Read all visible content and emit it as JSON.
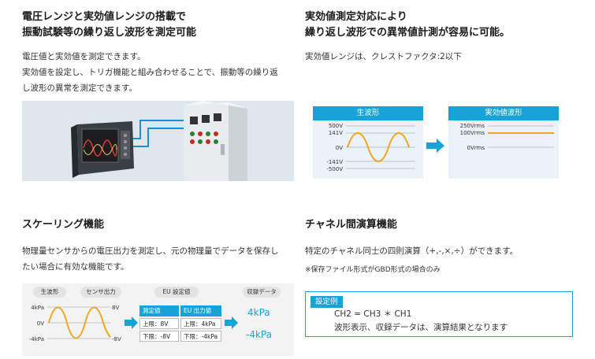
{
  "section1": {
    "title_line1": "電圧レンジと実効値レンジの搭載で",
    "title_line2": "振動試験等の繰り返し波形を測定可能",
    "body_line1": "電圧値と実効値を測定できます。",
    "body_line2": "実効値を設定し、トリガ機能と組み合わせることで、振動等の繰り返",
    "body_line3": "し波形の異常を測定できます。"
  },
  "section2": {
    "title_line1": "実効値測定対応により",
    "title_line2": "繰り返し波形での異常値計測が容易に可能。",
    "body": "実効値レンジは、クレストファクタ:2以下",
    "left_panel_title": "生波形",
    "right_panel_title": "実効値波形",
    "left_labels": [
      "500V",
      "141V",
      "0V",
      "-141V",
      "-500V"
    ],
    "right_labels": [
      "250Vrms",
      "100Vrms",
      "0Vrms"
    ]
  },
  "section3": {
    "title": "スケーリング機能",
    "body_line1": "物理量センサからの電圧出力を測定し、元の物理量でデータを保存し",
    "body_line2": "たい場合に有効な機能です。",
    "chip_raw": "生波形",
    "chip_sensor": "センサ出力",
    "chip_eu": "EU 設定値",
    "chip_record": "収録データ",
    "raw_labels": [
      "4kPa",
      "0V",
      "-4kPa"
    ],
    "sensor_labels": [
      "8V",
      "-8V"
    ],
    "table_headers": [
      "測定値",
      "EU 出力値"
    ],
    "table_rows": [
      [
        "上限：8V",
        "上限：4kPa"
      ],
      [
        "下限：-8V",
        "下限：-4kPa"
      ]
    ],
    "record_values": [
      "4kPa",
      "-4kPa"
    ]
  },
  "section4": {
    "title": "チャネル間演算機能",
    "body": "特定のチャネル同士の四則演算（+,-,×,÷）ができます。",
    "note": "※保存ファイル形式がGBD形式の場合のみ",
    "box_tag": "設定例",
    "box_line1": "CH2 = CH3 ＊ CH1",
    "box_line2": "波形表示、収録データは、演算結果となります"
  },
  "colors": {
    "accent": "#18a2d6",
    "wave": "#f2a623",
    "panel_bg": "#e9f3f9",
    "arrow": "#18a2d6"
  }
}
